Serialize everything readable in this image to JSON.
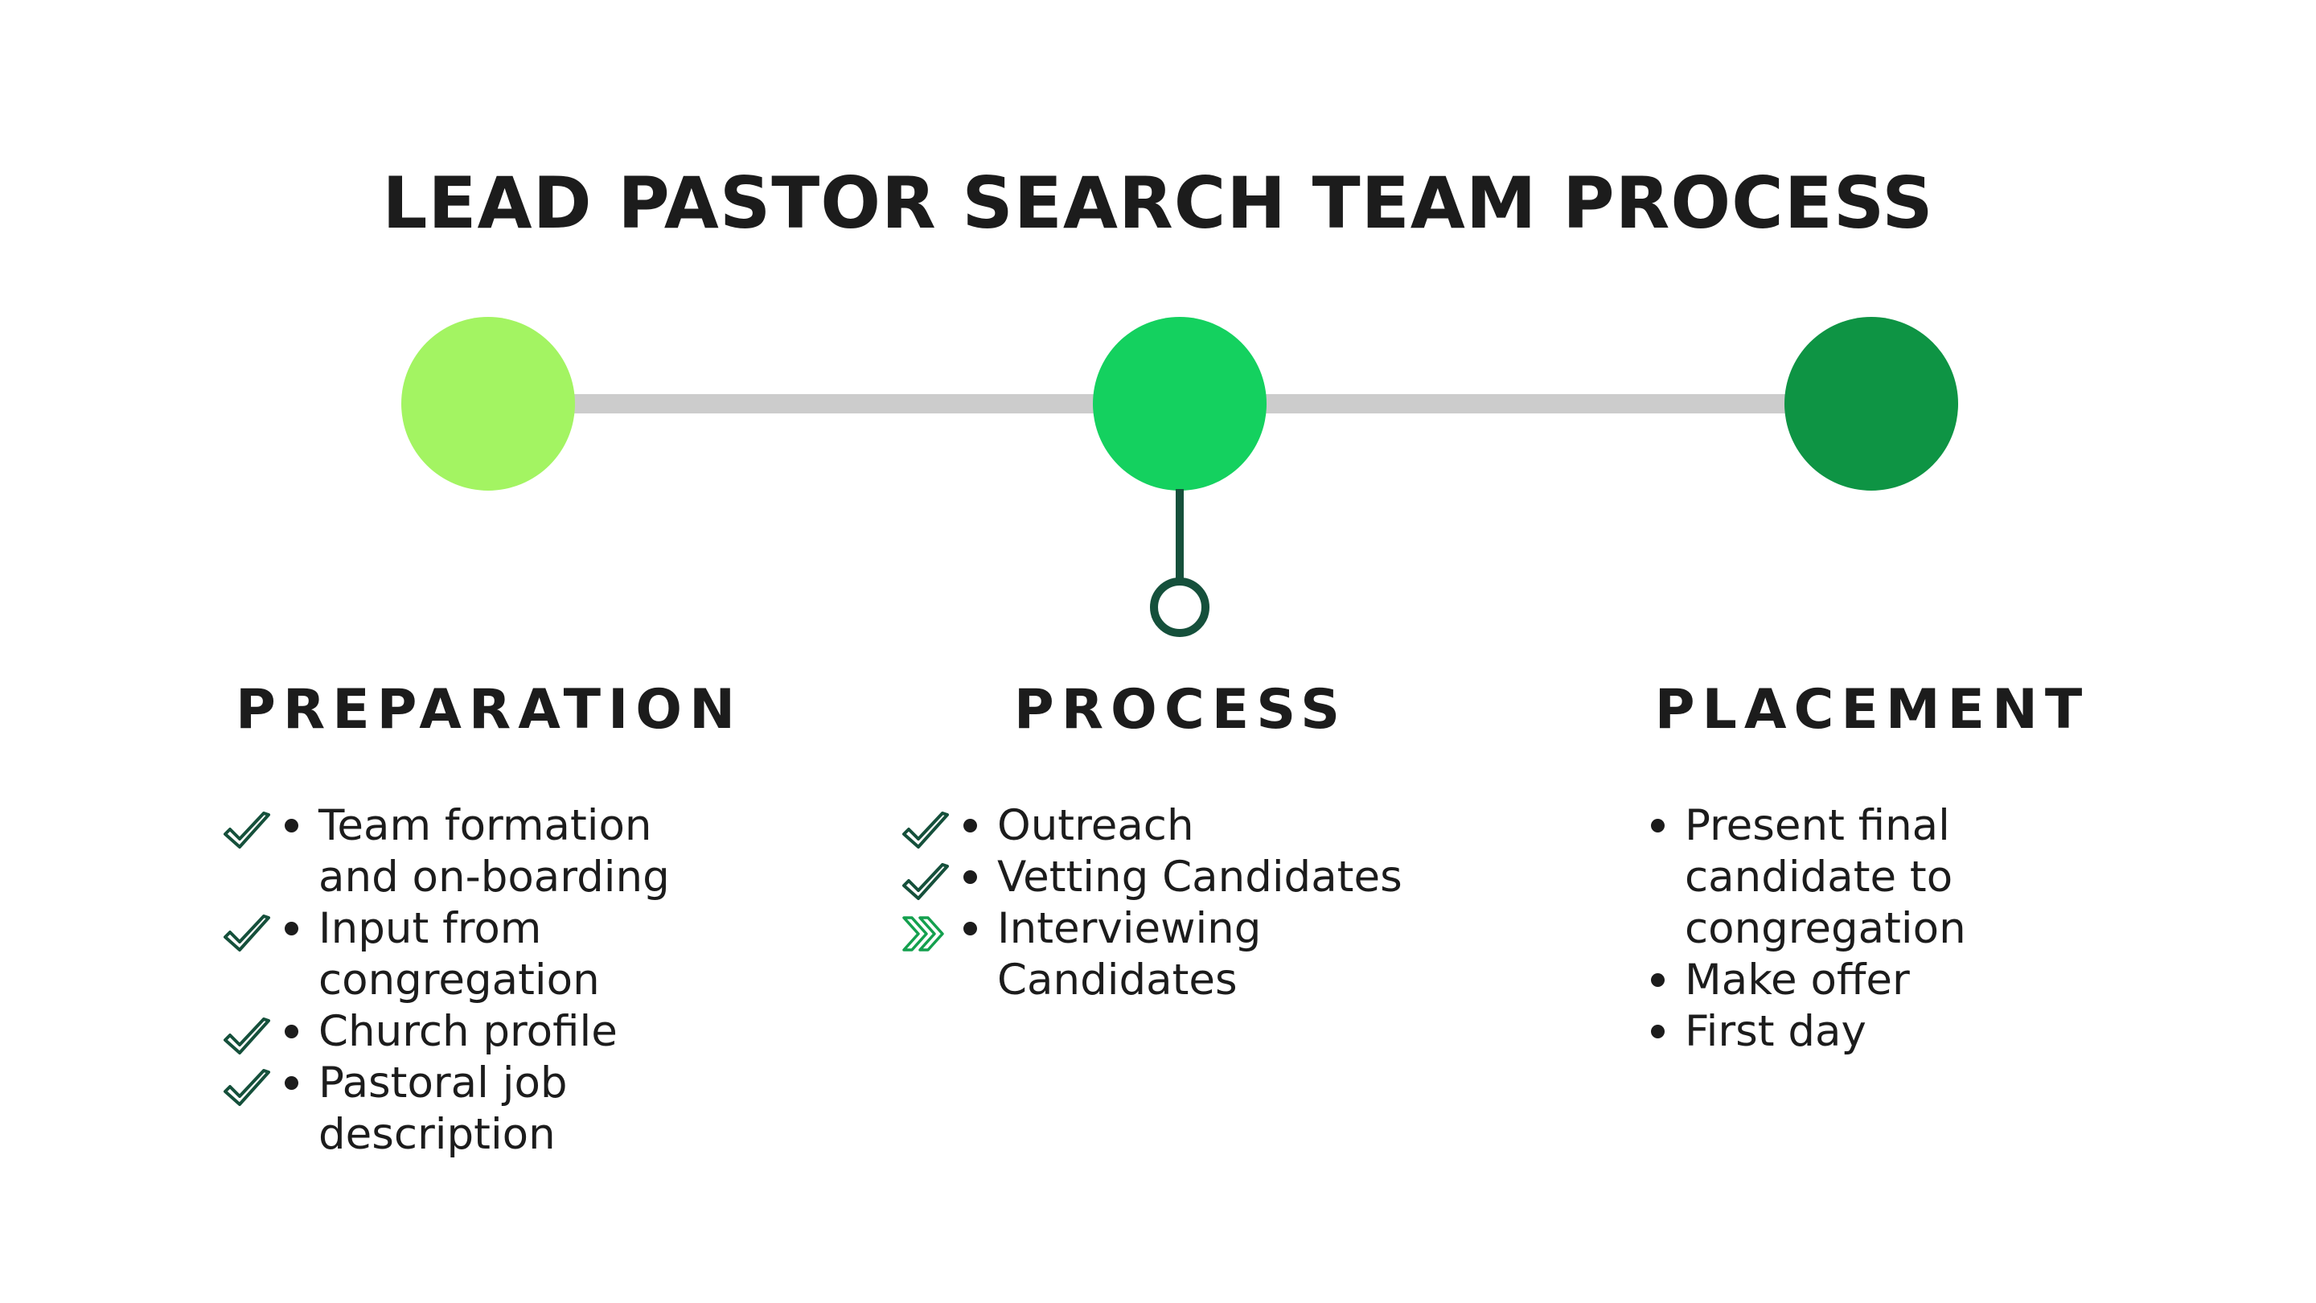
{
  "title": "LEAD PASTOR SEARCH TEAM PROCESS",
  "colors": {
    "stage1": "#a3f462",
    "stage2": "#14d15f",
    "stage3": "#0e9444",
    "connector": "#cccccc",
    "current_marker": "#15503b",
    "text": "#1c1c1c"
  },
  "current_stage": "PROCESS",
  "stages": [
    {
      "heading": "PREPARATION",
      "items": [
        {
          "text": "Team formation and on-boarding",
          "status": "done",
          "icon": "check-icon"
        },
        {
          "text": "Input from congregation",
          "status": "done",
          "icon": "check-icon"
        },
        {
          "text": "Church profile",
          "status": "done",
          "icon": "check-icon"
        },
        {
          "text": "Pastoral job description",
          "status": "done",
          "icon": "check-icon"
        }
      ]
    },
    {
      "heading": "PROCESS",
      "items": [
        {
          "text": "Outreach",
          "status": "done",
          "icon": "check-icon"
        },
        {
          "text": "Vetting Candidates",
          "status": "done",
          "icon": "check-icon"
        },
        {
          "text": "Interviewing Candidates",
          "status": "in-progress",
          "icon": "double-chevron-right-icon"
        }
      ]
    },
    {
      "heading": "PLACEMENT",
      "items": [
        {
          "text": "Present final candidate to congregation",
          "status": "pending",
          "icon": ""
        },
        {
          "text": "Make offer",
          "status": "pending",
          "icon": ""
        },
        {
          "text": "First day",
          "status": "pending",
          "icon": ""
        }
      ]
    }
  ]
}
